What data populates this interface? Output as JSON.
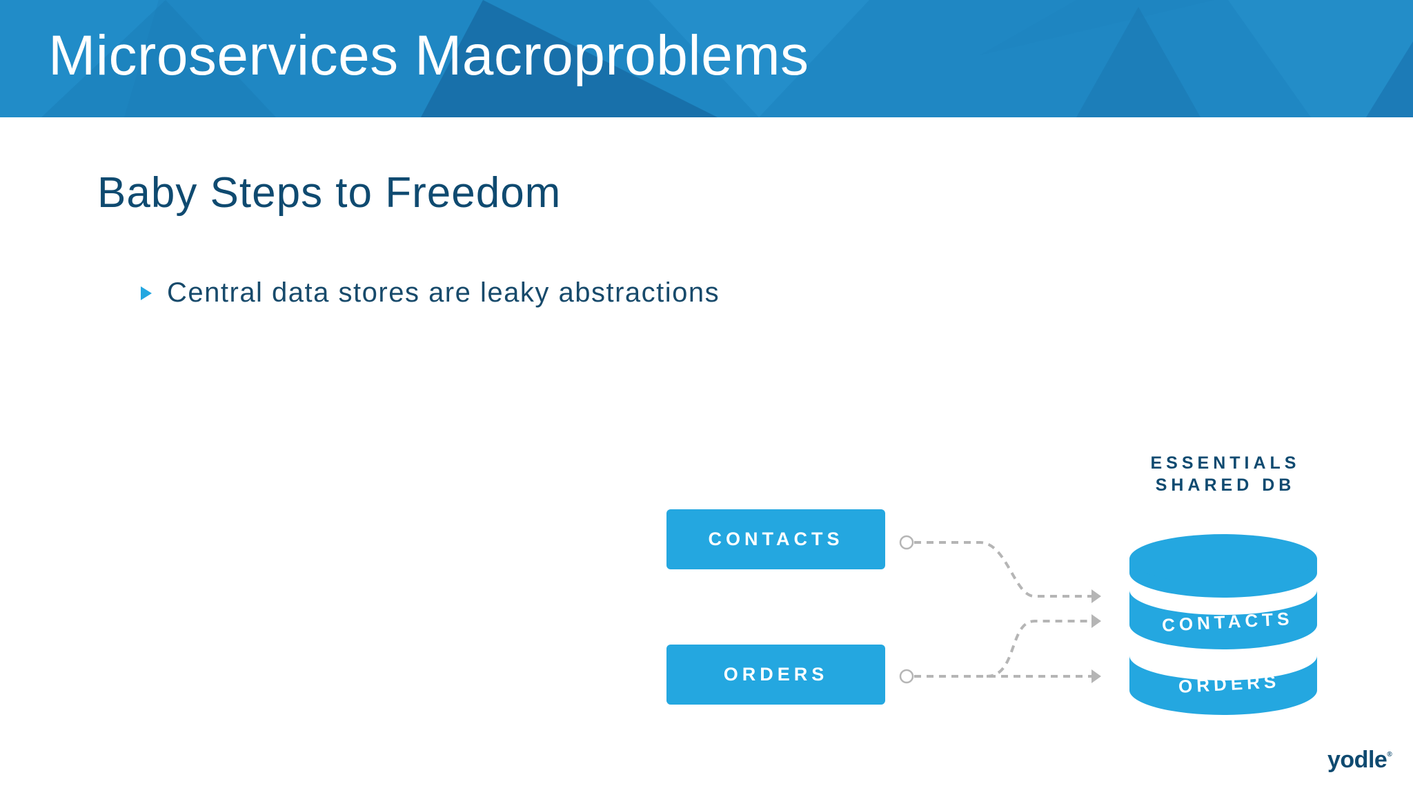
{
  "slide": {
    "title": "Microservices Macroproblems",
    "subtitle": "Baby Steps to Freedom",
    "bullets": [
      {
        "text": "Central data stores are leaky abstractions"
      }
    ]
  },
  "diagram": {
    "services": [
      {
        "label": "CONTACTS"
      },
      {
        "label": "ORDERS"
      }
    ],
    "database": {
      "title_line1": "ESSENTIALS",
      "title_line2": "SHARED DB",
      "sections": [
        {
          "label": "CONTACTS"
        },
        {
          "label": "ORDERS"
        }
      ]
    },
    "connections": [
      {
        "from": "CONTACTS",
        "to": "CONTACTS"
      },
      {
        "from": "ORDERS",
        "to": "CONTACTS"
      },
      {
        "from": "ORDERS",
        "to": "ORDERS"
      }
    ]
  },
  "brand": {
    "logo_text": "yodle",
    "logo_mark": "®"
  },
  "colors": {
    "header_blue": "#1f87c3",
    "accent_blue": "#24a7e0",
    "dark_navy": "#0f4a70",
    "connector_gray": "#b5b5b5"
  }
}
